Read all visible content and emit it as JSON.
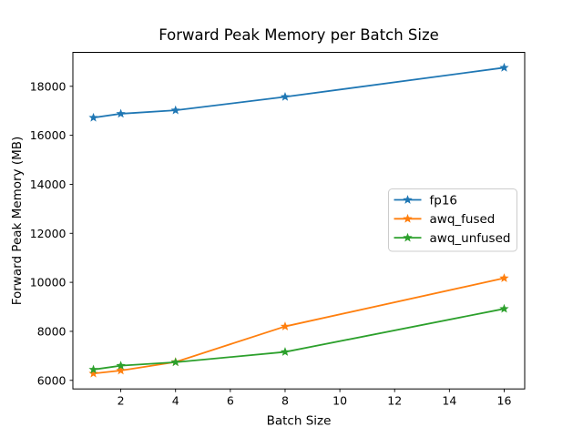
{
  "figure": {
    "background": "#ffffff",
    "frame_color": "#000000",
    "text_color": "#000000"
  },
  "chart_data": {
    "type": "line",
    "title": "Forward Peak Memory per Batch Size",
    "xlabel": "Batch Size",
    "ylabel": "Forward Peak Memory (MB)",
    "x": [
      1,
      2,
      4,
      8,
      16
    ],
    "series": [
      {
        "name": "fp16",
        "color": "#1f77b4",
        "values": [
          16720,
          16880,
          17020,
          17570,
          18760
        ]
      },
      {
        "name": "awq_fused",
        "color": "#ff7f0e",
        "values": [
          6280,
          6400,
          6750,
          8200,
          10170
        ]
      },
      {
        "name": "awq_unfused",
        "color": "#2ca02c",
        "values": [
          6440,
          6600,
          6740,
          7160,
          8920
        ]
      }
    ],
    "marker": "star",
    "xticks": [
      2,
      4,
      6,
      8,
      10,
      12,
      14,
      16
    ],
    "yticks": [
      6000,
      8000,
      10000,
      12000,
      14000,
      16000,
      18000
    ],
    "xlim": [
      0.25,
      16.75
    ],
    "ylim": [
      5650,
      19385
    ],
    "grid": false,
    "legend": {
      "position": "center-right",
      "border_color": "#cccccc",
      "background": "#ffffff"
    }
  }
}
